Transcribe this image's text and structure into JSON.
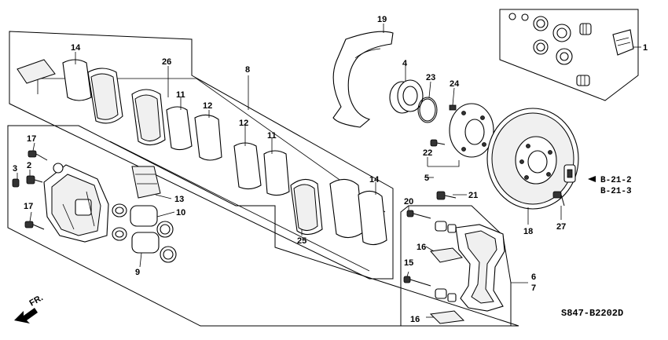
{
  "callouts": {
    "n1": "1",
    "n2": "2",
    "n3": "3",
    "n4": "4",
    "n5": "5",
    "n6": "6",
    "n7": "7",
    "n8": "8",
    "n9": "9",
    "n10": "10",
    "n11a": "11",
    "n11b": "11",
    "n12a": "12",
    "n12b": "12",
    "n13": "13",
    "n14a": "14",
    "n14b": "14",
    "n15": "15",
    "n16a": "16",
    "n16b": "16",
    "n17a": "17",
    "n17b": "17",
    "n18": "18",
    "n19": "19",
    "n20": "20",
    "n21": "21",
    "n22": "22",
    "n23": "23",
    "n24": "24",
    "n25": "25",
    "n26": "26",
    "n27": "27"
  },
  "references": {
    "ref1": "B-21-2",
    "ref2": "B-21-3"
  },
  "diagram_code": "S847-B2202D",
  "direction_label": "FR."
}
